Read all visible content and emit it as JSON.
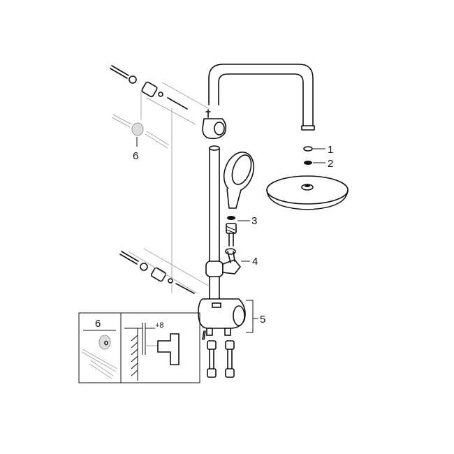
{
  "callouts": {
    "c1": "1",
    "c2": "2",
    "c3": "3",
    "c4": "4",
    "c5": "5",
    "c6": "6"
  },
  "inset": {
    "part_number": "6",
    "offset_label": "+8"
  }
}
